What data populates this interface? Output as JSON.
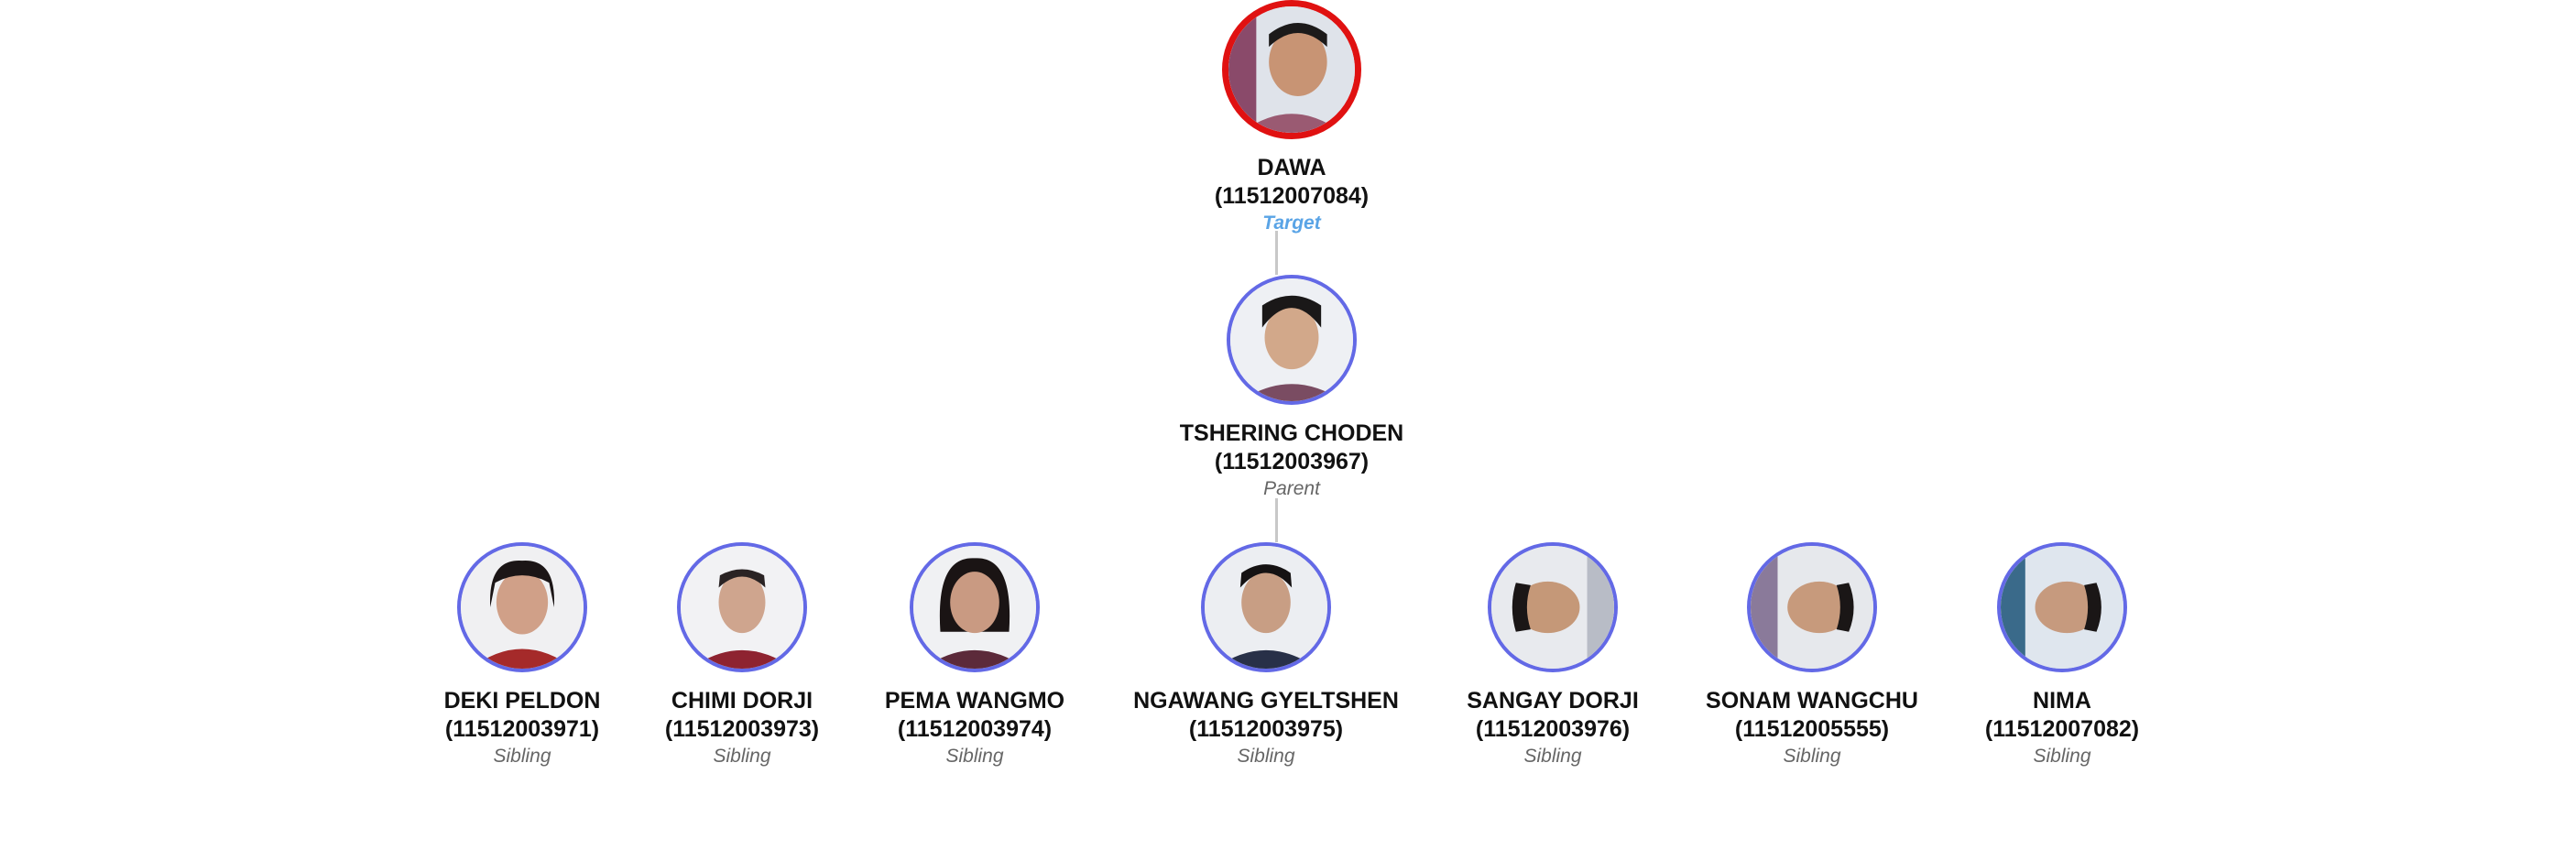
{
  "colors": {
    "target_border": "#e01111",
    "node_border": "#6369e6",
    "target_label": "#5aa4e6",
    "relation_label": "#666666",
    "connector": "#c8c8c8"
  },
  "target": {
    "name": "DAWA",
    "cid": "(11512007084)",
    "relation": "Target",
    "photo": "person-photo-icon"
  },
  "parent": {
    "name": "TSHERING CHODEN",
    "cid": "(11512003967)",
    "relation": "Parent",
    "photo": "person-photo-icon"
  },
  "siblings": [
    {
      "name": "DEKI PELDON",
      "cid": "(11512003971)",
      "relation": "Sibling",
      "photo": "person-photo-icon"
    },
    {
      "name": "CHIMI DORJI",
      "cid": "(11512003973)",
      "relation": "Sibling",
      "photo": "person-photo-icon"
    },
    {
      "name": "PEMA WANGMO",
      "cid": "(11512003974)",
      "relation": "Sibling",
      "photo": "person-photo-icon"
    },
    {
      "name": "NGAWANG GYELTSHEN",
      "cid": "(11512003975)",
      "relation": "Sibling",
      "photo": "person-photo-icon"
    },
    {
      "name": "SANGAY DORJI",
      "cid": "(11512003976)",
      "relation": "Sibling",
      "photo": "person-photo-icon"
    },
    {
      "name": "SONAM WANGCHU",
      "cid": "(11512005555)",
      "relation": "Sibling",
      "photo": "person-photo-icon"
    },
    {
      "name": "NIMA",
      "cid": "(11512007082)",
      "relation": "Sibling",
      "photo": "person-photo-icon"
    }
  ]
}
